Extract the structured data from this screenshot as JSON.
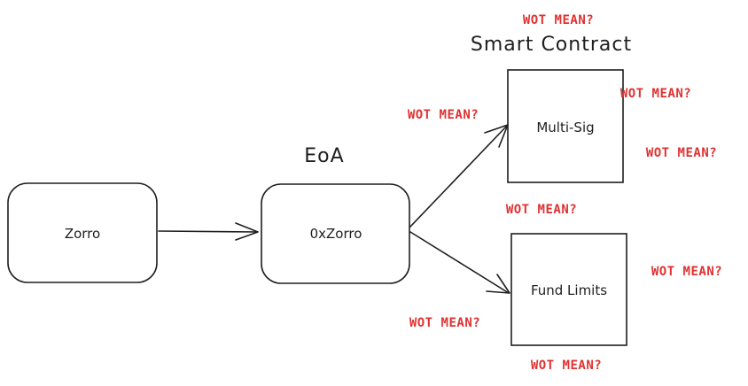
{
  "headings": {
    "smart_contract": "Smart Contract",
    "eoa": "EoA"
  },
  "nodes": {
    "zorro": "Zorro",
    "oxzorro": "0xZorro",
    "multisig": "Multi-Sig",
    "fund_limits": "Fund Limits"
  },
  "annotations": {
    "top": "WOT MEAN?",
    "multisig_right_top": "WOT MEAN?",
    "multisig_left": "WOT MEAN?",
    "multisig_right": "WOT MEAN?",
    "between_boxes": "WOT MEAN?",
    "fundlimits_right": "WOT MEAN?",
    "fundlimits_left": "WOT MEAN?",
    "fundlimits_bottom": "WOT MEAN?"
  },
  "colors": {
    "stroke": "#1e1e1e",
    "annotation": "#e03131",
    "background": "#ffffff"
  }
}
